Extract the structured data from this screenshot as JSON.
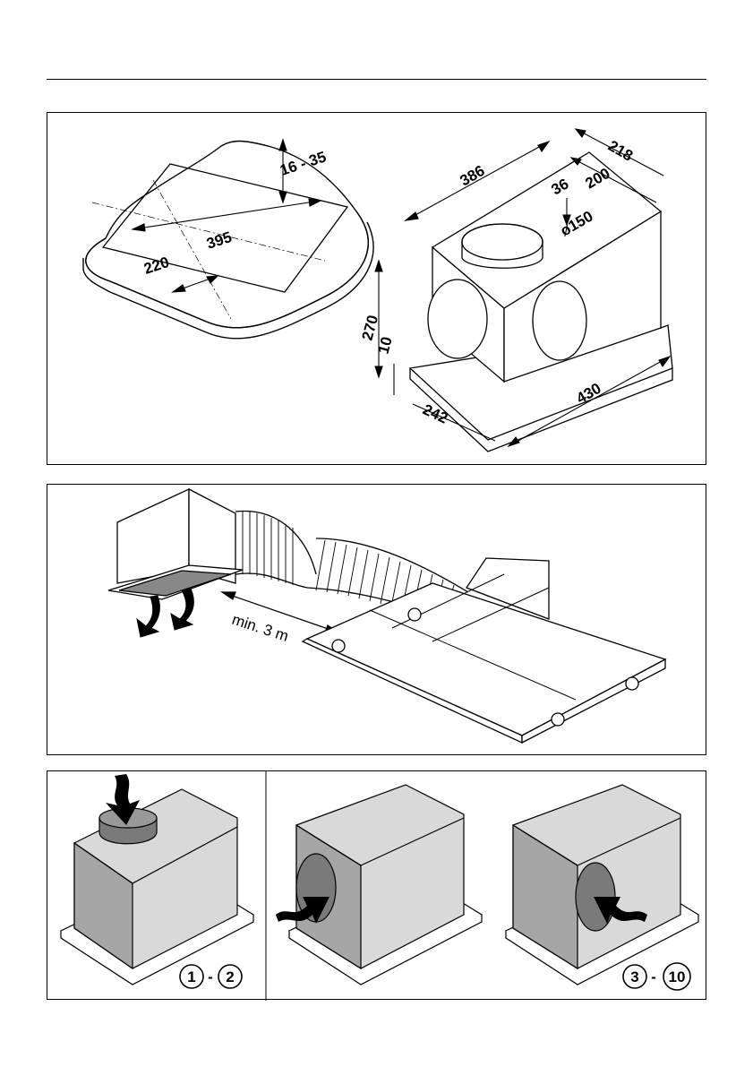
{
  "dimensions": {
    "cutout_depth": "16 - 35",
    "cutout_width": "395",
    "cutout_depth_side": "220",
    "unit_length": "386",
    "unit_width_top": "200",
    "unit_width_outer": "218",
    "collar_height": "36",
    "collar_diameter": "ø150",
    "unit_height": "270",
    "base_height": "10",
    "base_width": "430",
    "base_depth": "242"
  },
  "installation": {
    "min_distance_label": "min. 3 m"
  },
  "steps": {
    "left": {
      "from": "1",
      "to": "2",
      "sep": "-"
    },
    "right": {
      "from": "3",
      "to": "10",
      "sep": "-"
    }
  },
  "colors": {
    "line": "#000000",
    "housing_fill": "#d9d9d9",
    "housing_dark": "#a6a6a6",
    "collar_fill": "#7a7a7a",
    "panel_fill": "#ffffff"
  }
}
